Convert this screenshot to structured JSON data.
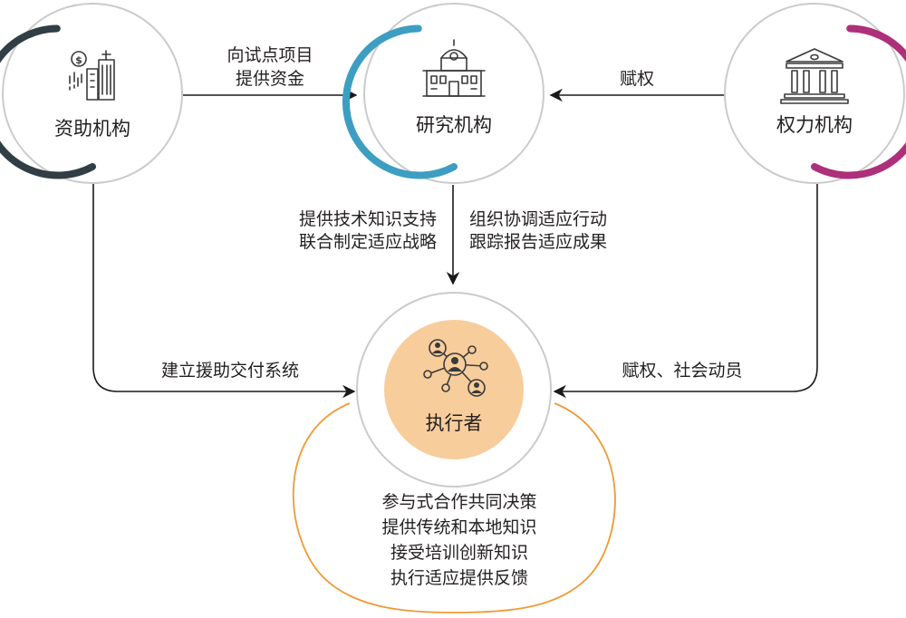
{
  "colors": {
    "ring_dark": "#313e46",
    "ring_blue": "#3d9ec2",
    "ring_magenta": "#ae2f7a",
    "outer_ring": "#c9ccca",
    "implementer_fill": "#f8cd9c",
    "bubble_stroke": "#f09a36",
    "arrow": "#1a1a1a"
  },
  "nodes": {
    "funder": {
      "label": "资助机构",
      "icon": "city-buildings-dollar-icon"
    },
    "research": {
      "label": "研究机构",
      "icon": "university-building-icon"
    },
    "authority": {
      "label": "权力机构",
      "icon": "government-columns-icon"
    },
    "implementer": {
      "label": "执行者",
      "icon": "people-network-icon"
    }
  },
  "edges": {
    "funder_to_research": {
      "lines": [
        "向试点项目",
        "提供资金"
      ]
    },
    "authority_to_research": {
      "lines": [
        "赋权"
      ]
    },
    "research_to_implementer_left": {
      "lines": [
        "提供技术知识支持",
        "联合制定适应战略"
      ]
    },
    "research_to_implementer_right": {
      "lines": [
        "组织协调适应行动",
        "跟踪报告适应成果"
      ]
    },
    "funder_to_implementer": {
      "lines": [
        "建立援助交付系统"
      ]
    },
    "authority_to_implementer": {
      "lines": [
        "赋权、社会动员"
      ]
    }
  },
  "implementer_roles": [
    "参与式合作共同决策",
    "提供传统和本地知识",
    "接受培训创新知识",
    "执行适应提供反馈"
  ]
}
